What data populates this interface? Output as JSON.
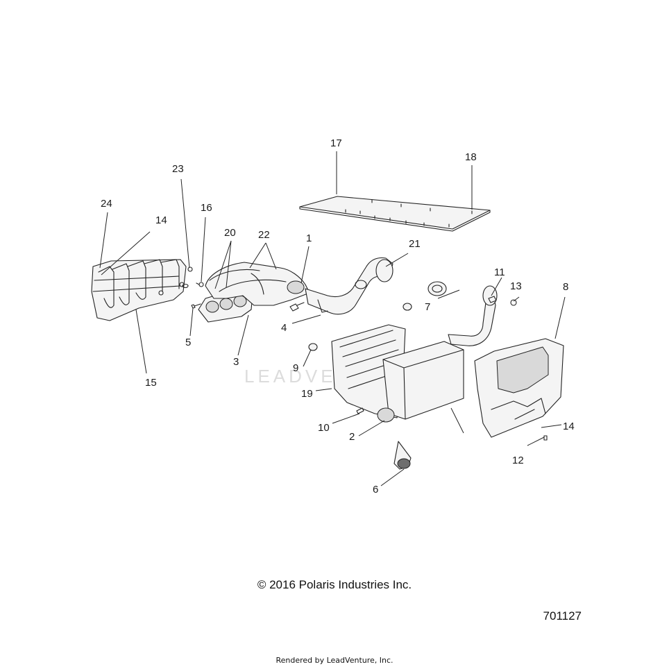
{
  "watermark": "LEADVENTURE",
  "callouts": {
    "c1": "1",
    "c2": "2",
    "c3": "3",
    "c4": "4",
    "c5": "5",
    "c6": "6",
    "c7": "7",
    "c8": "8",
    "c9": "9",
    "c10": "10",
    "c11": "11",
    "c12": "12",
    "c13": "13",
    "c14a": "14",
    "c14b": "14",
    "c15": "15",
    "c16": "16",
    "c17": "17",
    "c18": "18",
    "c19": "19",
    "c20": "20",
    "c21": "21",
    "c22": "22",
    "c23": "23",
    "c24": "24"
  },
  "copyright": "© 2016 Polaris Industries Inc.",
  "diagram_number": "701127",
  "render_credit": "Rendered by LeadVenture, Inc."
}
